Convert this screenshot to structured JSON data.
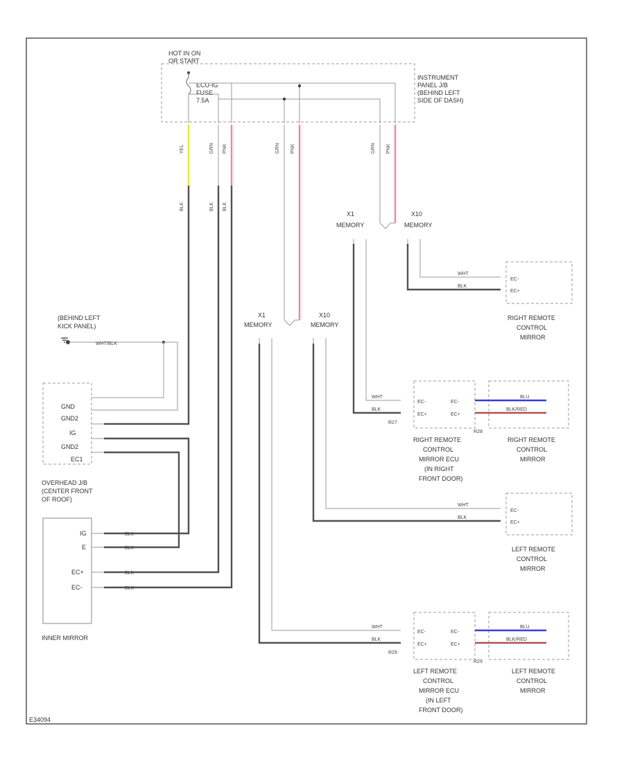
{
  "labels": {
    "hot_in_on": "HOT IN ON",
    "or_start": "OR START",
    "ecu_ig_fuse": "ECU-IG",
    "fuse_word": "FUSE",
    "fuse_amp": "7.5A",
    "ip_jb_1": "INSTRUMENT",
    "ip_jb_2": "PANEL J/B",
    "ip_jb_3": "(BEHIND LEFT",
    "ip_jb_4": "SIDE OF DASH)",
    "ground_1": "(BEHIND LEFT",
    "ground_2": "KICK PANEL)",
    "gnd_wire": "WHT/BLK",
    "oh_gnd": "GND",
    "oh_gnd2a": "GND2",
    "oh_ig": "IG",
    "oh_gnd2b": "GND2",
    "oh_ec1": "EC1",
    "oh_title_1": "OVERHEAD J/B",
    "oh_title_2": "(CENTER FRONT",
    "oh_title_3": "OF ROOF)",
    "im_ig": "IG",
    "im_e": "E",
    "im_ecp": "EC+",
    "im_ecm": "EC-",
    "im_title": "INNER MIRROR",
    "w_blk": "BLK",
    "w_wht": "WHT",
    "w_grn": "GRN",
    "w_pnk": "PNK",
    "w_yel": "YEL",
    "w_blu": "BLU",
    "w_blkred": "BLK/RED",
    "sp_mem_l": "X1",
    "sp_mem_r": "X10",
    "memory": "MEMORY",
    "ec_plus": "EC+",
    "ec_minus": "EC-",
    "ec_plus2": "EC+",
    "ec_minus2": "EC-",
    "r27": "R27",
    "r28": "R28",
    "r29": "R29",
    "l9": "R29",
    "mirror_top_1": "RIGHT REMOTE",
    "mirror_top_2": "CONTROL",
    "mirror_top_3": "MIRROR",
    "recu_1": "RIGHT REMOTE",
    "recu_2": "CONTROL",
    "recu_3": "MIRROR ECU",
    "recu_4": "(IN RIGHT",
    "recu_5": "FRONT DOOR)",
    "rmir_1": "RIGHT REMOTE",
    "rmir_2": "CONTROL",
    "rmir_3": "MIRROR",
    "lmir_a_1": "LEFT REMOTE",
    "lmir_a_2": "CONTROL",
    "lmir_a_3": "MIRROR",
    "lecu_1": "LEFT REMOTE",
    "lecu_2": "CONTROL",
    "lecu_3": "MIRROR ECU",
    "lecu_4": "(IN LEFT",
    "lecu_5": "FRONT DOOR)",
    "lmir_b_1": "LEFT REMOTE",
    "lmir_b_2": "CONTROL",
    "lmir_b_3": "MIRROR",
    "code": "E34094"
  }
}
